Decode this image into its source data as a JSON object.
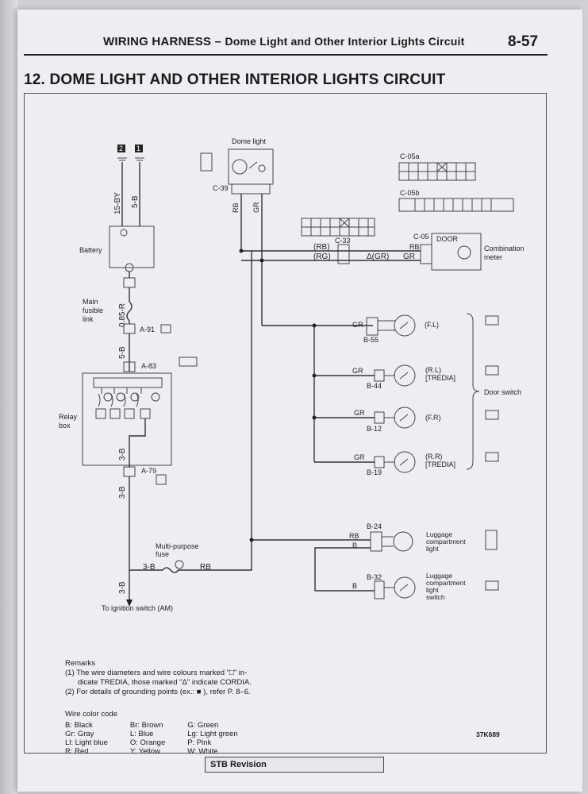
{
  "header": {
    "section": "WIRING HARNESS",
    "dash": "–",
    "subtitle": "Dome Light and Other Interior Lights Circuit",
    "page_number": "8-57"
  },
  "title": "12. DOME LIGHT AND OTHER INTERIOR LIGHTS CIRCUIT",
  "diagram": {
    "dome_light": "Dome light",
    "c39": "C-39",
    "rb": "RB",
    "gr": "GR",
    "c05a": "C-05a",
    "c05b": "C-05b",
    "c33": "C-33",
    "c05": "C-05",
    "door": "DOOR",
    "combination_meter": "Combination",
    "combination_meter2": "meter",
    "rb_paren": "(RB)",
    "rg_paren": "(RG)",
    "gr_tri": "Δ(GR)",
    "gr_box": "GR",
    "ground2": "2",
    "ground1": "1",
    "w15by": "15-BY",
    "w5b_top": "5-B",
    "battery": "Battery",
    "main_fusible": "Main",
    "main_fusible2": "fusible",
    "main_fusible3": "link",
    "w085r": "0.85-R",
    "a91": "A-91",
    "w5b": "5-B",
    "a83": "A-83",
    "relay_box": "Relay",
    "relay_box2": "box",
    "w3b_a": "3-B",
    "a79": "A-79",
    "w3b_b": "3-B",
    "multi_fuse": "Multi-purpose",
    "multi_fuse2": "fuse",
    "w3b_c": "3-B",
    "fuse_rb": "RB",
    "w3b_d": "3-B",
    "to_ignition": "To ignition switch (AM)",
    "b55": "B-55",
    "fl": "(F.L)",
    "b44": "B-44",
    "rl": "(R.L)",
    "rl2": "[TREDIA]",
    "b12": "B-12",
    "fr": "(F.R)",
    "b19": "B-19",
    "rr": "(R.R)",
    "rr2": "[TREDIA]",
    "door_switch": "Door switch",
    "b24": "B-24",
    "lug_rb": "RB",
    "lug_b": "B",
    "luggage_light": "Luggage",
    "luggage_light2": "compartment",
    "luggage_light3": "light",
    "b32": "B-32",
    "lug_b2": "B",
    "luggage_switch": "Luggage",
    "luggage_switch2": "compartment",
    "luggage_switch3": "light",
    "luggage_switch4": "switch"
  },
  "remarks": {
    "heading": "Remarks",
    "line1": "(1)  The wire diameters and wire colours marked \"□\" in-",
    "line1b": "dicate TREDIA, those marked \"Δ\" indicate CORDIA.",
    "line2": "(2)  For details of grounding points (ex.: ■ ), refer P. 8–6."
  },
  "wire_color_code": {
    "heading": "Wire color code",
    "col1": [
      "B: Black",
      "Gr: Gray",
      "Ll: Light blue",
      "R: Red"
    ],
    "col2": [
      "Br: Brown",
      "L: Blue",
      "O: Orange",
      "Y: Yellow"
    ],
    "col3": [
      "G: Green",
      "Lg: Light green",
      "P: Pink",
      "W: White"
    ]
  },
  "figure_code": "37K689",
  "footer": "STB  Revision"
}
